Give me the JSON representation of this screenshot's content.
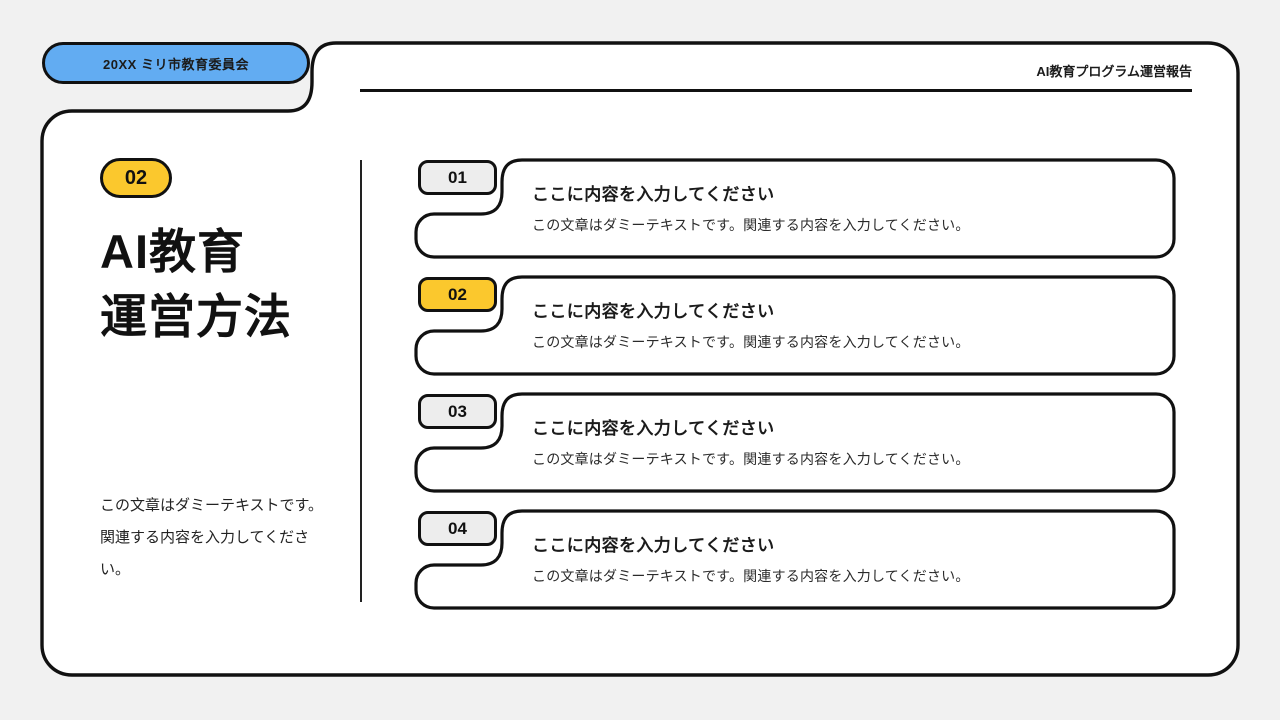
{
  "meta": {
    "background_color": "#f1f1f1",
    "accent_yellow": "#fbc82d",
    "accent_blue": "#62acf2",
    "badge_gray": "#ededed",
    "outline_color": "#111111"
  },
  "header": {
    "tab_label": "20XX ミリ市教育委員会",
    "title": "AI教育プログラム運営報告"
  },
  "left": {
    "section_number": "02",
    "title_lines": [
      "AI教育",
      "運営方法"
    ],
    "body": "この文章はダミーテキストです。関連する内容を入力してください。"
  },
  "cards": [
    {
      "number": "01",
      "heading": "ここに内容を入力してください",
      "body": "この文章はダミーテキストです。関連する内容を入力してください。",
      "highlighted": false
    },
    {
      "number": "02",
      "heading": "ここに内容を入力してください",
      "body": "この文章はダミーテキストです。関連する内容を入力してください。",
      "highlighted": true
    },
    {
      "number": "03",
      "heading": "ここに内容を入力してください",
      "body": "この文章はダミーテキストです。関連する内容を入力してください。",
      "highlighted": false
    },
    {
      "number": "04",
      "heading": "ここに内容を入力してください",
      "body": "この文章はダミーテキストです。関連する内容を入力してください。",
      "highlighted": false
    }
  ]
}
